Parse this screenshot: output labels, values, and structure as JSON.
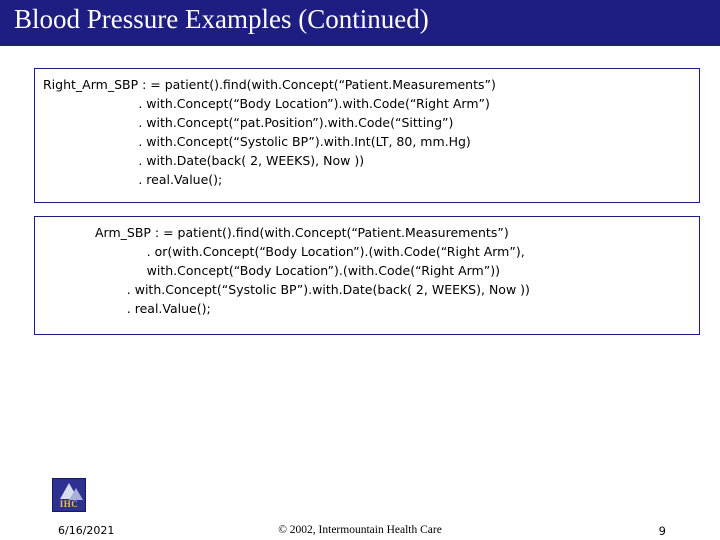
{
  "slide": {
    "title": "Blood Pressure Examples (Continued)",
    "title_bar_color": "#1d1d82",
    "box1": {
      "lines": [
        "Right_Arm_SBP : = patient().find(with.Concept(“Patient.Measurements”)",
        "                        . with.Concept(“Body Location”).with.Code(“Right Arm”)",
        "                        . with.Concept(“pat.Position”).with.Code(“Sitting”)",
        "                        . with.Concept(“Systolic BP”).with.Int(LT, 80, mm.Hg)",
        "                        . with.Date(back( 2, WEEKS), Now ))",
        "                        . real.Value();"
      ]
    },
    "box2": {
      "lines": [
        "Arm_SBP : = patient().find(with.Concept(“Patient.Measurements”)",
        "             . or(with.Concept(“Body Location”).(with.Code(“Right Arm”),",
        "             with.Concept(“Body Location”).(with.Code(“Right Arm”))",
        "        . with.Concept(“Systolic BP”).with.Date(back( 2, WEEKS), Now ))",
        "        . real.Value();"
      ]
    },
    "footer": {
      "date": "6/16/2021",
      "copyright": "© 2002, Intermountain Health Care",
      "page_number": "9",
      "logo_text": "IHC"
    }
  }
}
